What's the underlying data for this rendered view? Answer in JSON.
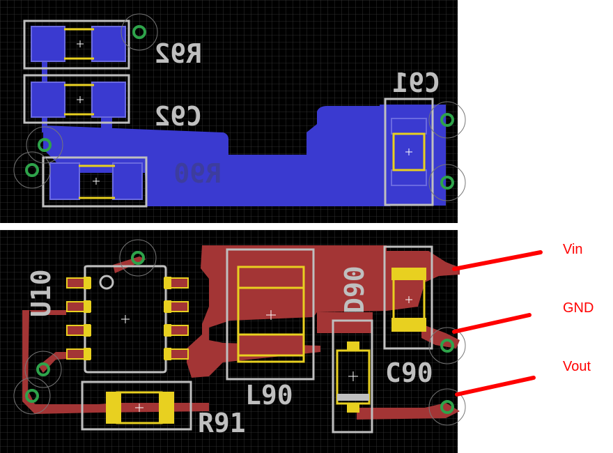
{
  "top_view": {
    "components": [
      {
        "id": "r92",
        "label": "R92"
      },
      {
        "id": "c92",
        "label": "C92"
      },
      {
        "id": "r90",
        "label": "R90"
      },
      {
        "id": "c91",
        "label": "C91"
      }
    ]
  },
  "bottom_view": {
    "components": [
      {
        "id": "u10",
        "label": "U10"
      },
      {
        "id": "d90",
        "label": "D90"
      },
      {
        "id": "l90",
        "label": "L90"
      },
      {
        "id": "c90",
        "label": "C90"
      },
      {
        "id": "r91",
        "label": "R91"
      }
    ]
  },
  "pin_annotations": [
    {
      "label": "Vin"
    },
    {
      "label": "GND"
    },
    {
      "label": "Vout"
    }
  ],
  "colors": {
    "board": "#000000",
    "grid": "#3a3a3a",
    "silkscreen": "#bfbfbf",
    "top_copper": "#3a3ad0",
    "bottom_copper": "#a33535",
    "pad_yellow": "#e8d020",
    "via_ring": "#2ea34a",
    "annotation": "#ff0000"
  }
}
